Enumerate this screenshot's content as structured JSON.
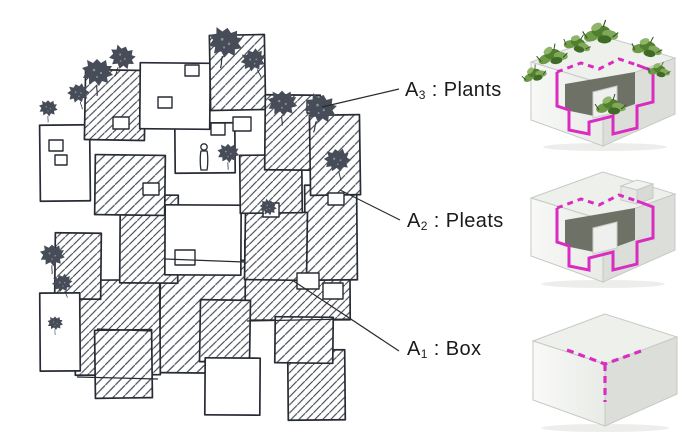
{
  "figure": {
    "kind": "architecture-concept-diagram"
  },
  "annotations": [
    {
      "series": "A",
      "sub": "3",
      "rest": " : Plants"
    },
    {
      "series": "A",
      "sub": "2",
      "rest": " : Pleats"
    },
    {
      "series": "A",
      "sub": "1",
      "rest": " : Box"
    }
  ],
  "models": [
    {
      "name": "model-plants"
    },
    {
      "name": "model-pleats"
    },
    {
      "name": "model-box"
    }
  ],
  "colors": {
    "highlight": "#d92cc0",
    "ink": "#2b313b",
    "blob": "#474d58",
    "leader": "#2a2a2a",
    "cube_left": "#f5f6f4",
    "cube_right": "#dcdfd9",
    "cube_top": "#eef0ec",
    "notch_dark": "#6e7266",
    "green_dark": "#3f6b24",
    "green_mid": "#517f2e",
    "green_light": "#7fa85a"
  }
}
